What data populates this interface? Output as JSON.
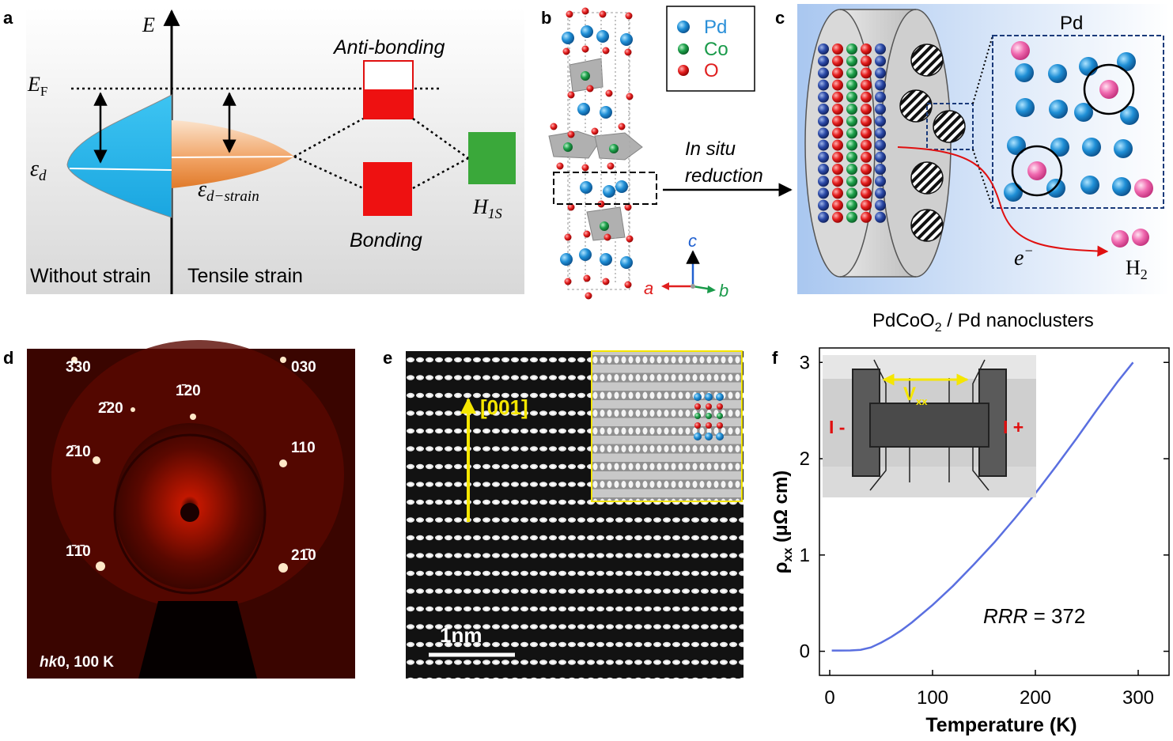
{
  "panels": {
    "a": {
      "label": "a",
      "e_axis": "E",
      "fermi_main": "E",
      "fermi_sub": "F",
      "eps_d_main": "ε",
      "eps_d_sub": "d",
      "eps_strain_main": "ε",
      "eps_strain_sub": "d−strain",
      "anti_bonding": "Anti-bonding",
      "bonding": "Bonding",
      "h1s_main": "H",
      "h1s_sub": "1S",
      "without_strain": "Without strain",
      "tensile_strain": "Tensile strain"
    },
    "b": {
      "label": "b",
      "legend": [
        {
          "symbol": "Pd",
          "color": "#2a8fd8"
        },
        {
          "symbol": "Co",
          "color": "#1a9a4a"
        },
        {
          "symbol": "O",
          "color": "#e02020"
        }
      ],
      "axis_a": "a",
      "axis_b": "b",
      "axis_c": "c",
      "arrow_text_1": "In situ",
      "arrow_text_2": "reduction"
    },
    "c": {
      "label": "c",
      "pd_label": "Pd",
      "electron_main": "e",
      "electron_sup": "−",
      "h2_main": "H",
      "h2_sub": "2",
      "caption_pre": "PdCoO",
      "caption_sub": "2",
      "caption_post": " / Pd nanoclusters"
    },
    "d": {
      "label": "d",
      "spots": [
        "3̄30",
        "030",
        "1̄20",
        "2̄20",
        "2̄10",
        "110",
        "1̄1̄0",
        "21̄0"
      ],
      "caption_italic": "hk",
      "caption_rest": "0, 100 K"
    },
    "e": {
      "label": "e",
      "direction": "[001]",
      "scale": "1nm"
    },
    "f": {
      "label": "f",
      "inset_v_main": "V",
      "inset_v_sub": "xx",
      "inset_i_minus": "I -",
      "inset_i_plus": "I +",
      "rrr_italic": "RRR",
      "rrr_rest": " = 372"
    }
  },
  "colors": {
    "pd_blue": "#2a8fd8",
    "co_green": "#1a9a4a",
    "o_red": "#e02020",
    "curve_blue": "#5a6fe0",
    "yellow": "#f5e600"
  },
  "chart_data": {
    "type": "line",
    "xlabel": "Temperature (K)",
    "ylabel_main": "ρ",
    "ylabel_sub": "xx",
    "ylabel_unit": " (μΩ cm)",
    "x_ticks": [
      "0",
      "100",
      "200",
      "300"
    ],
    "y_ticks": [
      "0",
      "1",
      "2",
      "3"
    ],
    "xlim": [
      -10,
      330
    ],
    "ylim": [
      -0.25,
      3.15
    ],
    "series": [
      {
        "x": [
          2,
          10,
          20,
          30,
          40,
          50,
          60,
          70,
          80,
          100,
          120,
          140,
          160,
          180,
          200,
          220,
          240,
          260,
          280,
          295
        ],
        "values": [
          0.008,
          0.008,
          0.009,
          0.015,
          0.04,
          0.09,
          0.15,
          0.22,
          0.3,
          0.48,
          0.68,
          0.9,
          1.13,
          1.38,
          1.64,
          1.92,
          2.21,
          2.51,
          2.8,
          3.0
        ]
      }
    ]
  }
}
